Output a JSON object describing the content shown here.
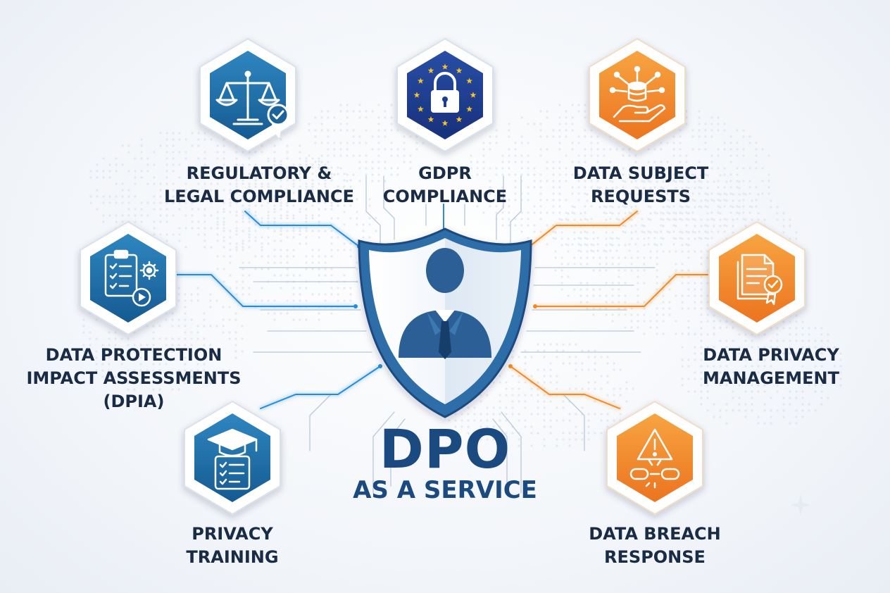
{
  "title": {
    "main": "DPO",
    "sub": "AS A SERVICE"
  },
  "colors": {
    "blue_accent": "#1e6fa8",
    "blue_dark": "#1b4a80",
    "orange_accent": "#f08a2a",
    "text_dark": "#1a2b45",
    "gdpr_blue": "#1f3d8f",
    "gdpr_star": "#f4c430"
  },
  "services": [
    {
      "id": "regulatory",
      "icon": "scales-of-justice-icon",
      "theme": "blue",
      "lines": [
        "REGULATORY &",
        "LEGAL COMPLIANCE"
      ]
    },
    {
      "id": "gdpr",
      "icon": "eu-padlock-icon",
      "theme": "blue",
      "lines": [
        "GDPR",
        "COMPLIANCE"
      ]
    },
    {
      "id": "dsr",
      "icon": "hand-database-icon",
      "theme": "orange",
      "lines": [
        "DATA SUBJECT",
        "REQUESTS"
      ]
    },
    {
      "id": "dpia",
      "icon": "clipboard-gear-icon",
      "theme": "blue",
      "lines": [
        "DATA PROTECTION",
        "IMPACT ASSESSMENTS",
        "(DPIA)"
      ]
    },
    {
      "id": "privacy-mgmt",
      "icon": "document-certificate-icon",
      "theme": "orange",
      "lines": [
        "DATA PRIVACY",
        "MANAGEMENT"
      ]
    },
    {
      "id": "training",
      "icon": "graduation-checklist-icon",
      "theme": "blue",
      "lines": [
        "PRIVACY",
        "TRAINING"
      ]
    },
    {
      "id": "breach",
      "icon": "warning-broken-link-icon",
      "theme": "orange",
      "lines": [
        "DATA BREACH",
        "RESPONSE"
      ]
    }
  ]
}
